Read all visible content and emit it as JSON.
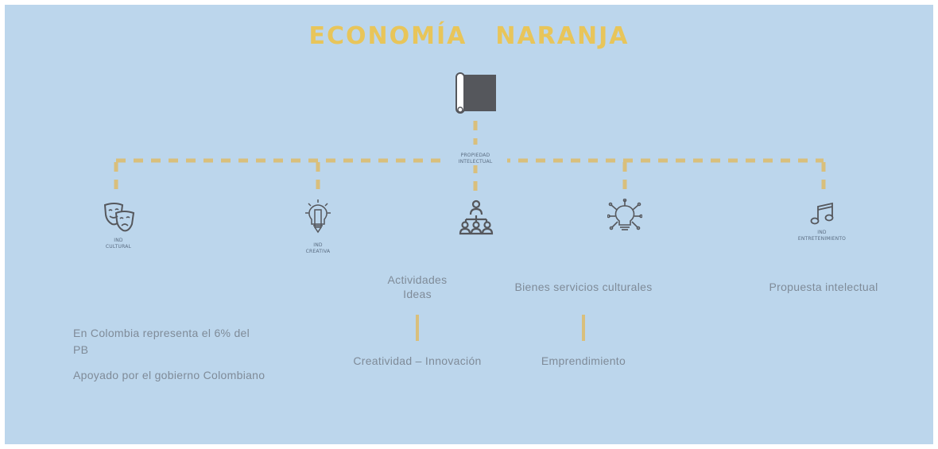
{
  "title": {
    "word1": "ECONOMÍA",
    "word2": "NARANJA"
  },
  "root": {
    "label_line1": "PROPIEDAD",
    "label_line2": "INTELECTUAL",
    "icon": "book-cover-icon"
  },
  "branches": [
    {
      "line1": "IND",
      "line2": "CULTURAL",
      "icon": "theater-masks-icon"
    },
    {
      "line1": "IND",
      "line2": "CREATIVA",
      "icon": "lightbulb-pencil-icon"
    },
    {
      "line1": "",
      "line2": "",
      "icon": "network-people-icon"
    },
    {
      "line1": "",
      "line2": "",
      "icon": "idea-network-icon"
    },
    {
      "line1": "IND",
      "line2": "ENTRETENIMIENTO",
      "icon": "music-note-icon"
    }
  ],
  "texts": {
    "colombia_line1": "En Colombia representa el 6% del",
    "colombia_line2": "PB",
    "apoyado": "Apoyado por el gobierno Colombiano",
    "actividades": "Actividades",
    "ideas": "Ideas",
    "creatividad": "Creatividad – Innovación",
    "bienes": "Bienes servicios culturales",
    "emprendimiento": "Emprendimiento",
    "propuesta": "Propuesta intelectual"
  },
  "colors": {
    "background": "#bcd6ec",
    "accent": "#e8c55a",
    "connector": "#d9bf7c",
    "icon": "#55575c"
  }
}
